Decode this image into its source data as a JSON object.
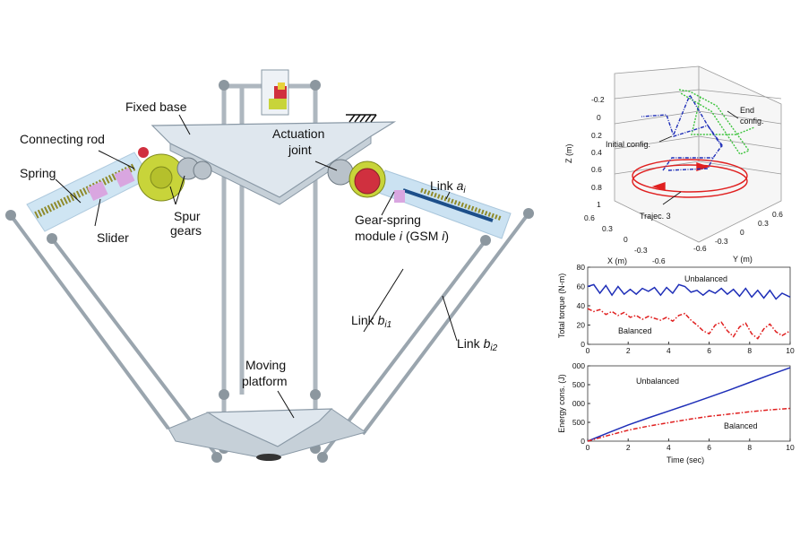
{
  "diagram": {
    "labels": {
      "fixed_base": "Fixed base",
      "connecting_rod": "Connecting rod",
      "spring": "Spring",
      "slider": "Slider",
      "spur_gears_1": "Spur",
      "spur_gears_2": "gears",
      "actuation_joint_1": "Actuation",
      "actuation_joint_2": "joint",
      "link_a": "Link",
      "link_a_sub": "a",
      "link_a_idx": "i",
      "gsm_1": "Gear-spring",
      "gsm_2": "module",
      "gsm_3": "i",
      "gsm_4": "(GSM",
      "gsm_5": "i",
      "gsm_6": ")",
      "link_b1": "Link",
      "link_b1_sub": "b",
      "link_b1_idx": "i1",
      "link_b2": "Link",
      "link_b2_sub": "b",
      "link_b2_idx": "i2",
      "moving_platform_1": "Moving",
      "moving_platform_2": "platform"
    },
    "colors": {
      "frame": "#dfe7ee",
      "frame_edge": "#8a99a6",
      "rod": "#cfd6dc",
      "gear": "#c8d43a",
      "gear_red": "#d0303f",
      "slider": "#d9a6e0",
      "link_blue": "#a9d0ea",
      "spring": "#8f8a2a"
    }
  },
  "plot3d": {
    "zlabel": "Z (m)",
    "xlabel": "X (m)",
    "ylabel": "Y (m)",
    "z_ticks": [
      "-0.2",
      "0",
      "0.2",
      "0.4",
      "0.6",
      "0.8",
      "1"
    ],
    "x_ticks": [
      "0.6",
      "0.3",
      "0",
      "-0.3",
      "-0.6"
    ],
    "y_ticks": [
      "-0.6",
      "-0.3",
      "0",
      "0.3",
      "0.6"
    ],
    "annotations": {
      "end_1": "End",
      "end_2": "config.",
      "initial": "Initial config.",
      "traj": "Trajec. 3"
    },
    "colors": {
      "initial": "#1f2fb8",
      "end": "#3ec43e",
      "traj": "#e02020"
    }
  },
  "chart_data": [
    {
      "type": "line",
      "ylabel": "Total torque (N-m)",
      "xlim": [
        0,
        10
      ],
      "ylim": [
        0,
        80
      ],
      "x_ticks": [
        0,
        2,
        4,
        6,
        8,
        10
      ],
      "y_ticks": [
        0,
        20,
        40,
        60,
        80
      ],
      "series": [
        {
          "name": "Unbalanced",
          "color": "#1f2fb8",
          "style": "solid",
          "x": [
            0,
            0.3,
            0.6,
            0.9,
            1.2,
            1.5,
            1.8,
            2.1,
            2.4,
            2.7,
            3.0,
            3.3,
            3.6,
            3.9,
            4.2,
            4.5,
            4.8,
            5.1,
            5.4,
            5.7,
            6.0,
            6.3,
            6.6,
            6.9,
            7.2,
            7.5,
            7.8,
            8.1,
            8.4,
            8.7,
            9.0,
            9.3,
            9.6,
            10
          ],
          "y": [
            60,
            62,
            53,
            61,
            51,
            60,
            52,
            57,
            52,
            58,
            55,
            59,
            51,
            59,
            53,
            62,
            60,
            54,
            56,
            51,
            56,
            53,
            58,
            52,
            57,
            50,
            58,
            49,
            56,
            48,
            56,
            47,
            53,
            49
          ]
        },
        {
          "name": "Balanced",
          "color": "#e02020",
          "style": "dash-dot",
          "x": [
            0,
            0.3,
            0.6,
            0.9,
            1.2,
            1.5,
            1.8,
            2.1,
            2.4,
            2.7,
            3.0,
            3.3,
            3.6,
            3.9,
            4.2,
            4.5,
            4.8,
            5.1,
            5.4,
            5.7,
            6.0,
            6.3,
            6.6,
            6.9,
            7.2,
            7.5,
            7.8,
            8.1,
            8.4,
            8.7,
            9.0,
            9.3,
            9.6,
            10
          ],
          "y": [
            37,
            34,
            36,
            31,
            34,
            30,
            33,
            28,
            30,
            26,
            29,
            27,
            25,
            28,
            24,
            30,
            32,
            25,
            20,
            14,
            11,
            20,
            23,
            14,
            8,
            18,
            22,
            11,
            6,
            16,
            21,
            13,
            9,
            14
          ]
        }
      ]
    },
    {
      "type": "line",
      "ylabel": "Energy cons. (J)",
      "xlabel": "Time (sec)",
      "xlim": [
        0,
        10
      ],
      "ylim": [
        0,
        2000
      ],
      "x_ticks": [
        0,
        2,
        4,
        6,
        8,
        10
      ],
      "y_tick_labels": [
        "0",
        "500",
        "000",
        "500",
        "000"
      ],
      "y_tick_values": [
        0,
        500,
        1000,
        1500,
        2000
      ],
      "series": [
        {
          "name": "Unbalanced",
          "color": "#1f2fb8",
          "style": "solid",
          "x": [
            0,
            1,
            2,
            3,
            4,
            5,
            6,
            7,
            8,
            9,
            10
          ],
          "y": [
            0,
            220,
            430,
            620,
            800,
            980,
            1170,
            1360,
            1560,
            1760,
            1950
          ]
        },
        {
          "name": "Balanced",
          "color": "#e02020",
          "style": "dash-dot",
          "x": [
            0,
            1,
            2,
            3,
            4,
            5,
            6,
            7,
            8,
            9,
            10
          ],
          "y": [
            0,
            150,
            290,
            400,
            490,
            580,
            660,
            720,
            780,
            830,
            870
          ]
        }
      ]
    }
  ]
}
